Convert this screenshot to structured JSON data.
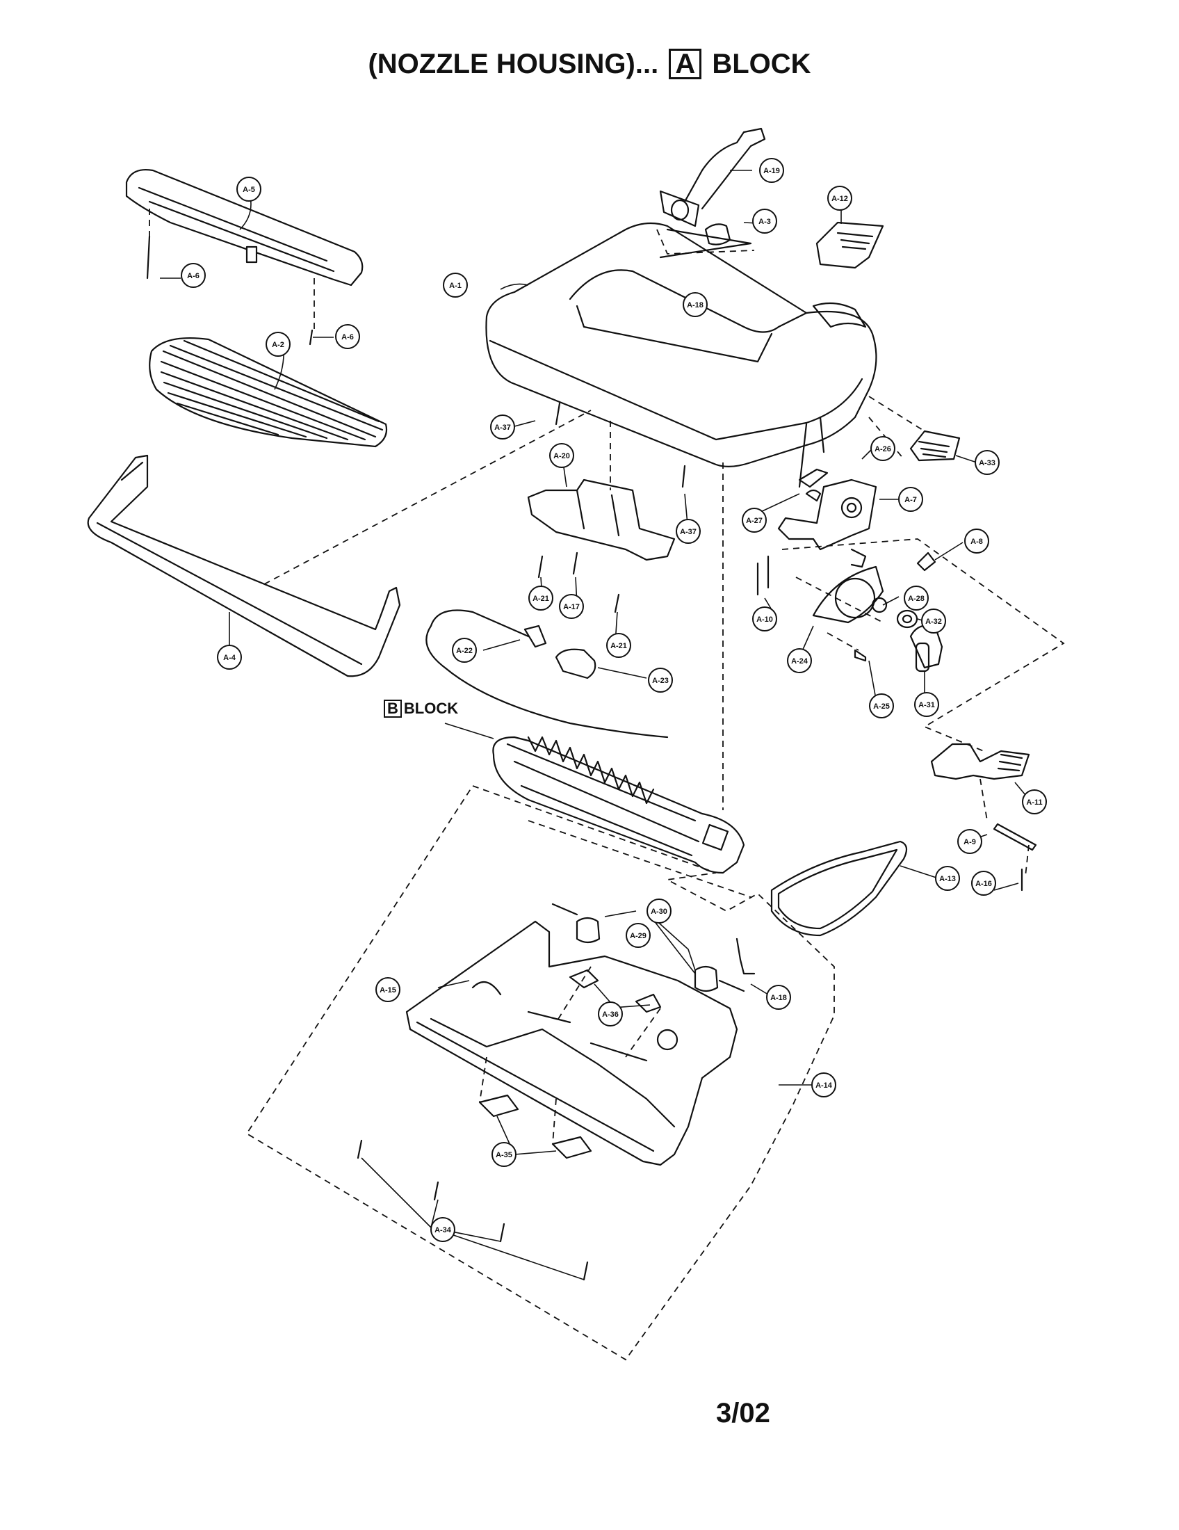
{
  "header": {
    "prefix": "(NOZZLE HOUSING)...",
    "block_letter": "A",
    "suffix": "BLOCK"
  },
  "sub_block": {
    "letter": "B",
    "label": "BLOCK"
  },
  "footer": {
    "date": "3/02"
  },
  "callouts": [
    "A-1",
    "A-2",
    "A-3",
    "A-4",
    "A-5",
    "A-6",
    "A-6",
    "A-7",
    "A-8",
    "A-9",
    "A-10",
    "A-11",
    "A-12",
    "A-13",
    "A-14",
    "A-15",
    "A-16",
    "A-17",
    "A-18",
    "A-18",
    "A-19",
    "A-20",
    "A-21",
    "A-21",
    "A-22",
    "A-23",
    "A-24",
    "A-25",
    "A-26",
    "A-27",
    "A-28",
    "A-29",
    "A-30",
    "A-31",
    "A-32",
    "A-33",
    "A-34",
    "A-35",
    "A-36",
    "A-37",
    "A-37"
  ],
  "colors": {
    "line": "#111111",
    "paper": "#ffffff"
  }
}
